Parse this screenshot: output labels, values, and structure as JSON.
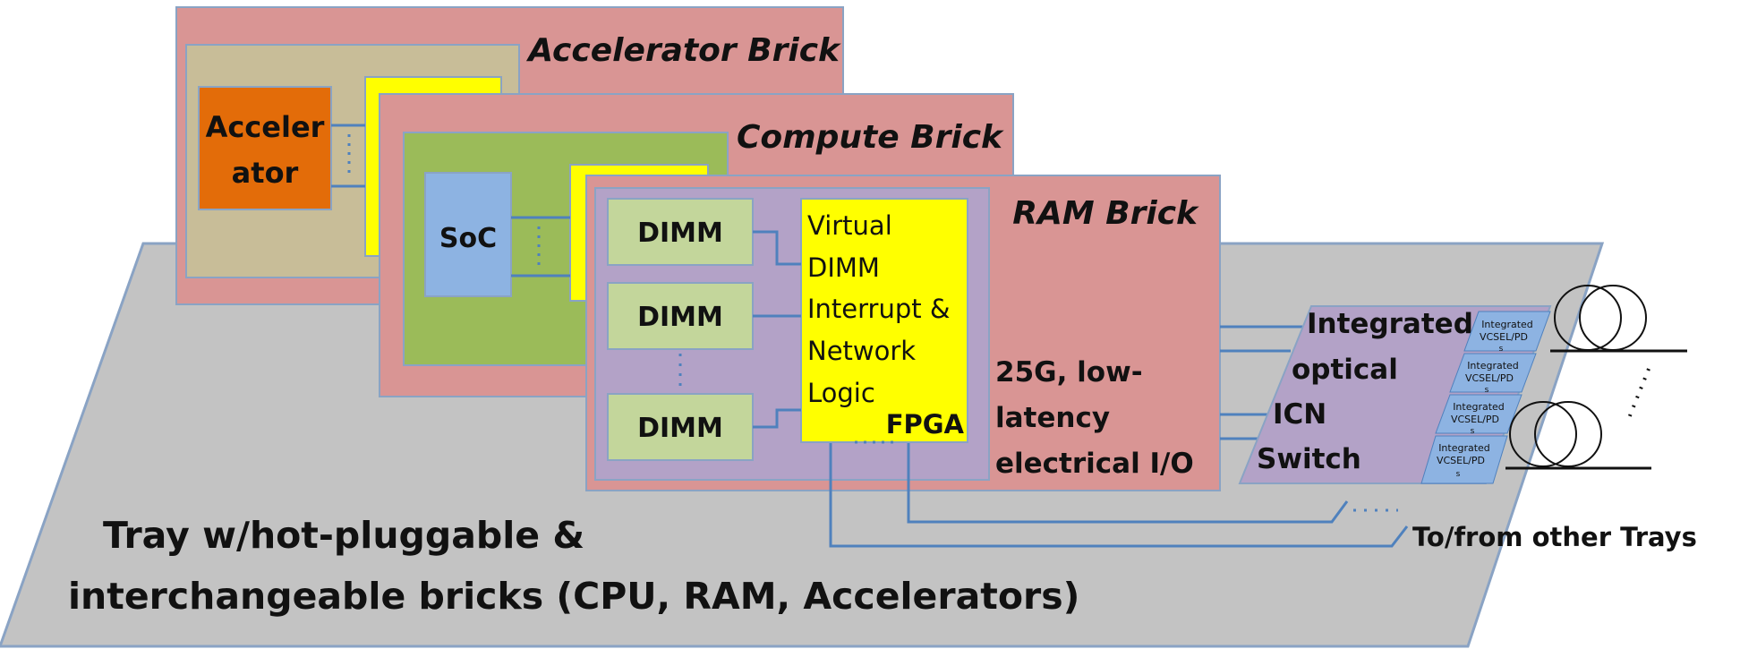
{
  "colors": {
    "tray": "#c3c3c3",
    "brick": "#d99594",
    "brick_border": "#8aa3c4",
    "accel_board": "#c8bd98",
    "compute_board": "#9bbb59",
    "ram_board": "#b3a2c7",
    "accelerator": "#e36c09",
    "fpga": "#ffff00",
    "soc": "#8db3e2",
    "dimm": "#c3d69b",
    "switch": "#b3a2c7",
    "vcsel": "#8db3e2",
    "wire": "#4f81bd"
  },
  "bricks": {
    "accelerator": {
      "title": "Accelerator Brick",
      "chip_line1": "Acceler",
      "chip_line2": "ator"
    },
    "compute": {
      "title": "Compute Brick",
      "soc": "SoC"
    },
    "ram": {
      "title": "RAM Brick",
      "dimms": [
        "DIMM",
        "DIMM",
        "DIMM"
      ],
      "fpga_lines": [
        "Virtual",
        "DIMM",
        "Interrupt &",
        "Network",
        "Logic"
      ],
      "fpga_label": "FPGA",
      "io_lines": [
        "25G, low-",
        "latency",
        "electrical I/O"
      ]
    }
  },
  "switch": {
    "lines": [
      "Integrated",
      "optical",
      "ICN",
      "Switch"
    ]
  },
  "vcsel_label": [
    "Integrated",
    "VCSEL/PD",
    "s"
  ],
  "trays_label": "To/from other Trays",
  "tray_label": [
    "Tray w/hot-pluggable &",
    "interchangeable bricks (CPU, RAM,  Accelerators)"
  ]
}
